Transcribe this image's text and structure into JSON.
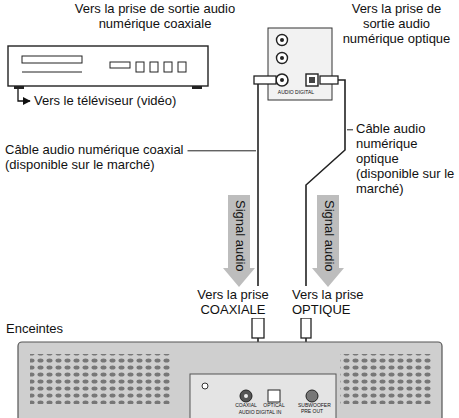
{
  "diagram": {
    "labels": [
      "Vers la prise de sortie audio numérique coaxiale",
      "Vers la prise de sortie audio numérique optique",
      "AUDIO DIGITAL",
      "Vers le téléviseur (vidéo)",
      "Câble audio numérique coaxial (disponible sur le marché)",
      "Câble audio numérique optique (disponible sur le marché)",
      "Signal audio",
      "Signal audio",
      "Vers la prise COAXIALE",
      "Vers la prise OPTIQUE",
      "Enceintes",
      "COAXIAL",
      "AUDIO DIGITAL IN",
      "OPTICAL",
      "SUBWOOFER PRE OUT"
    ]
  }
}
